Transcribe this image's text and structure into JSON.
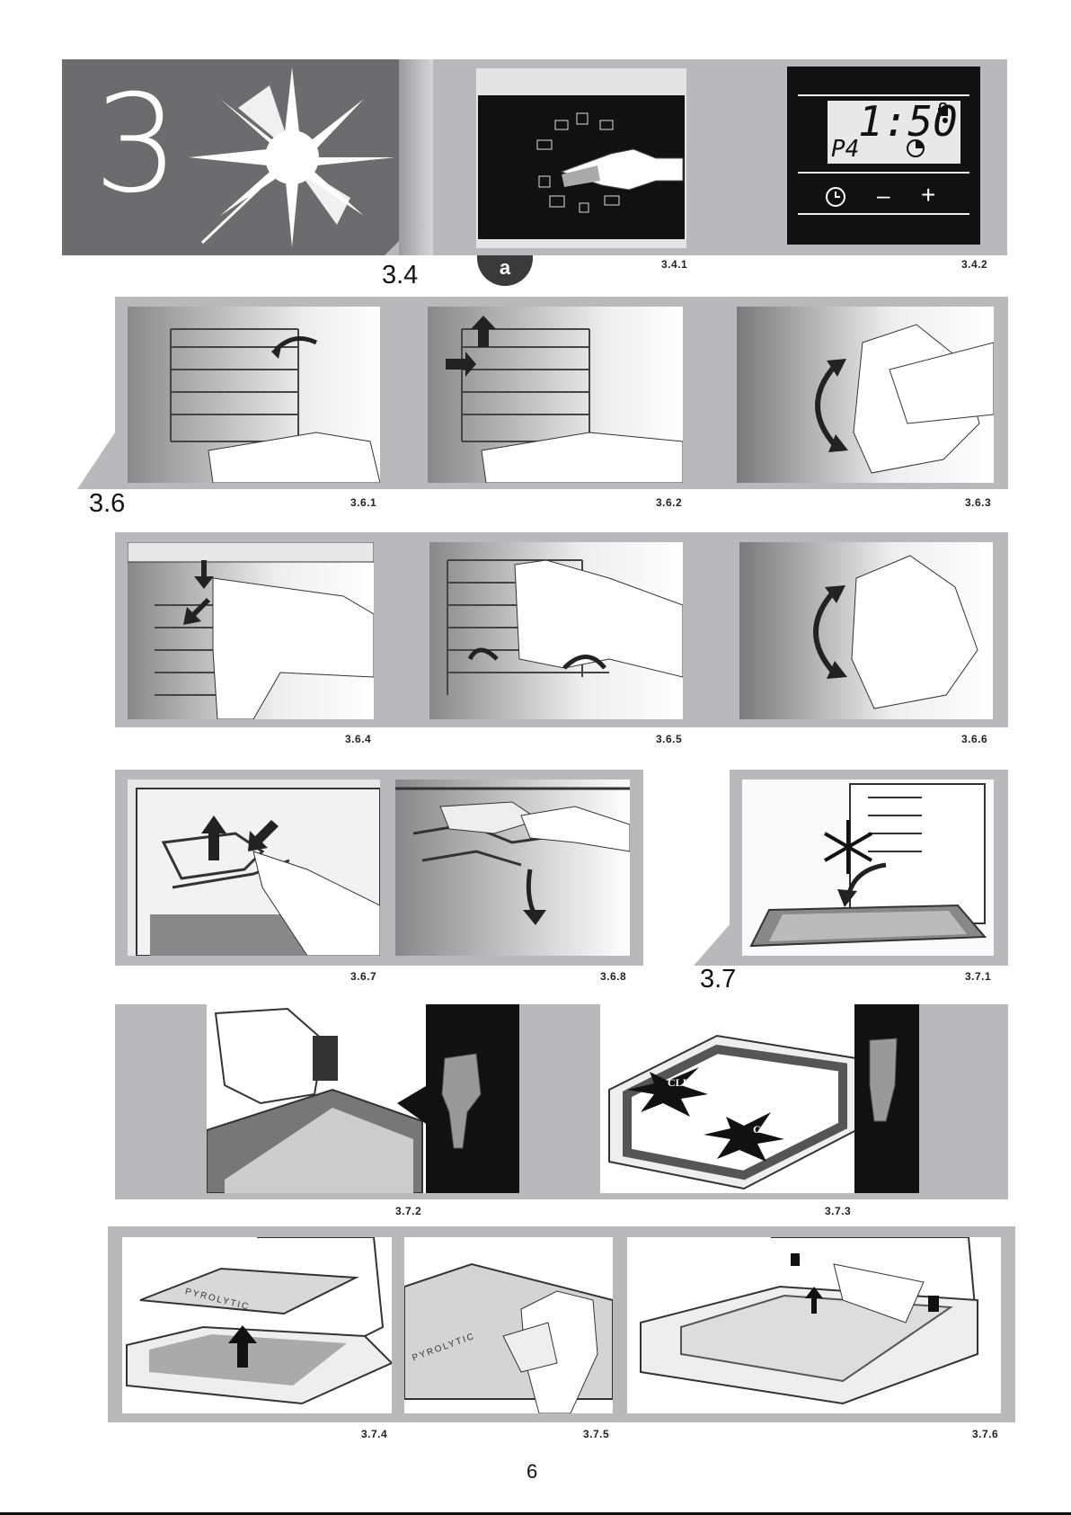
{
  "chapter": {
    "number": "3",
    "icon": "sparkle-icon"
  },
  "sections": {
    "s34": "3.4",
    "s36": "3.6",
    "s37": "3.7"
  },
  "badge": "a",
  "display": {
    "time": "1:50",
    "program": "P4",
    "icons": [
      "lock-icon",
      "clock-icon",
      "minus-icon",
      "plus-icon"
    ],
    "minus": "–",
    "plus": "+"
  },
  "labels": {
    "clic": "CLIC",
    "pyrolytic": "PYROLYTIC"
  },
  "captions": {
    "c341": "3.4.1",
    "c342": "3.4.2",
    "c361": "3.6.1",
    "c362": "3.6.2",
    "c363": "3.6.3",
    "c364": "3.6.4",
    "c365": "3.6.5",
    "c366": "3.6.6",
    "c367": "3.6.7",
    "c368": "3.6.8",
    "c371": "3.7.1",
    "c372": "3.7.2",
    "c373": "3.7.3",
    "c374": "3.7.4",
    "c375": "3.7.5",
    "c376": "3.7.6"
  },
  "page_number": "6",
  "colors": {
    "band": "#b9b9bb",
    "chapter_bg": "#6c6c6e",
    "black_panel": "#111111"
  }
}
